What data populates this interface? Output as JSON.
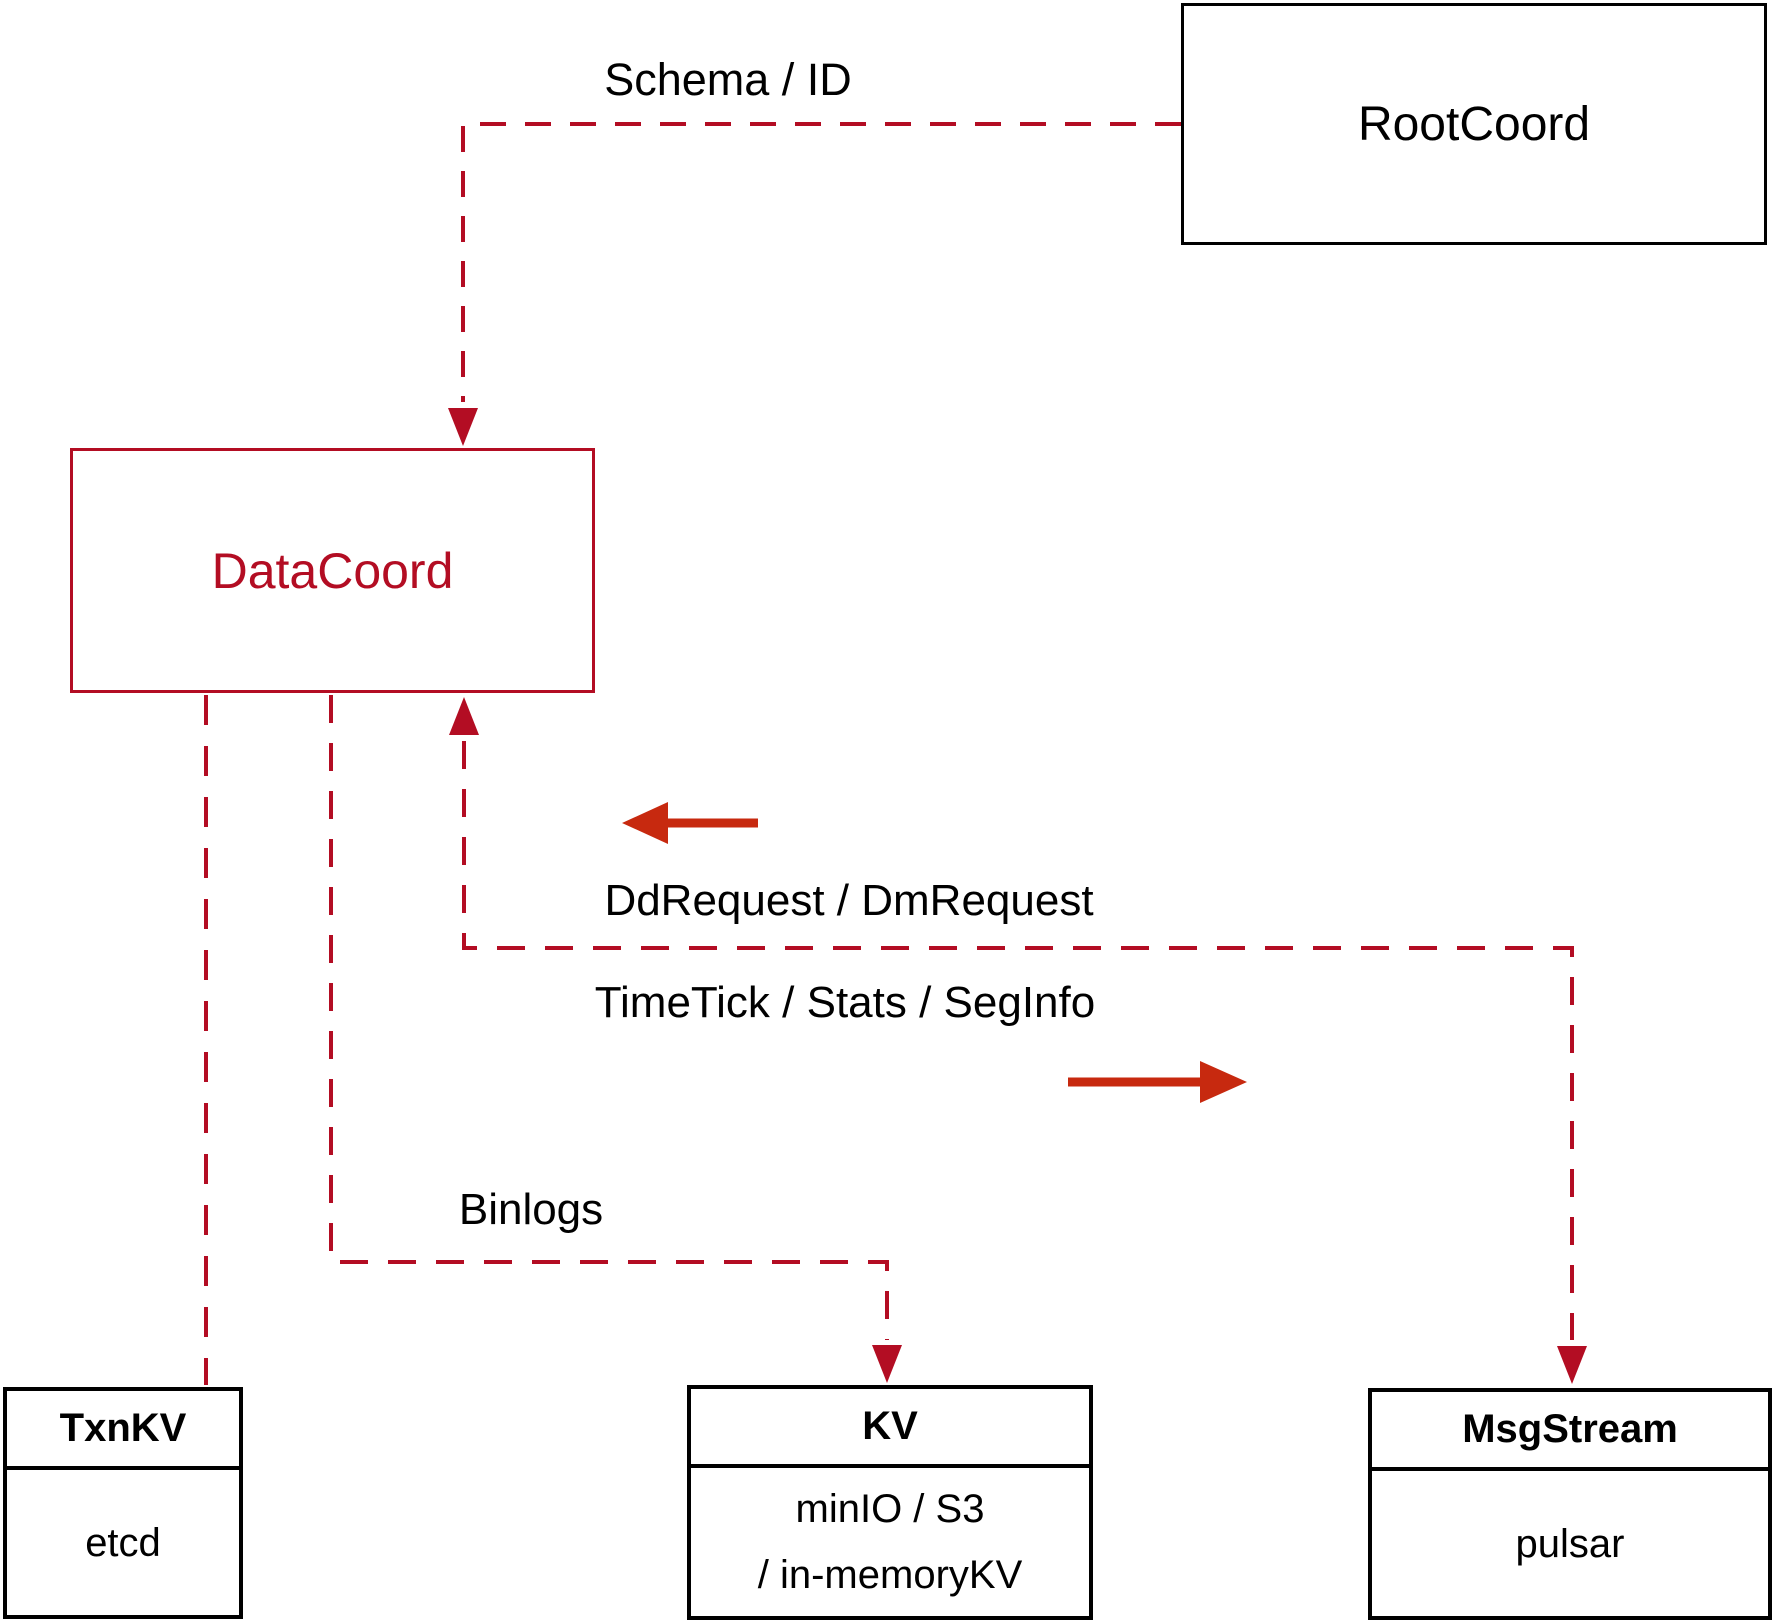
{
  "diagram": {
    "nodes": {
      "rootcoord": {
        "label": "RootCoord"
      },
      "datacoord": {
        "label": "DataCoord"
      },
      "txnkv": {
        "title": "TxnKV",
        "body": "etcd"
      },
      "kv": {
        "title": "KV",
        "body_line1": "minIO / S3",
        "body_line2": "/ in-memoryKV"
      },
      "msgstream": {
        "title": "MsgStream",
        "body": "pulsar"
      }
    },
    "edge_labels": {
      "schema_id": "Schema / ID",
      "dd_request": "DdRequest / DmRequest",
      "time_tick": "TimeTick / Stats / SegInfo",
      "binlogs": "Binlogs"
    },
    "colors": {
      "dashed_connector": "#b30d23",
      "connector_arrowhead": "#b30d23",
      "solid_arrow": "#c7290f",
      "datacoord_accent": "#b30d23",
      "box_border": "#000000",
      "label_text": "#000000"
    }
  }
}
